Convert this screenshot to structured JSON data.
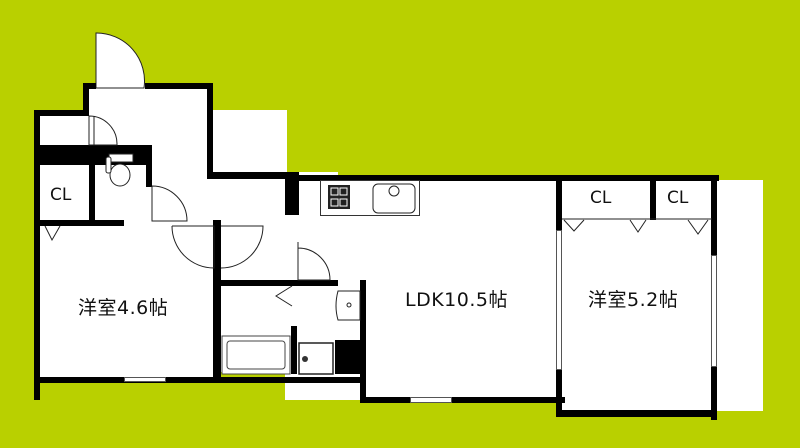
{
  "floorplan": {
    "background_color": "#b9d000",
    "rooms": [
      {
        "id": "western-room-1",
        "label": "洋室4.6帖"
      },
      {
        "id": "ldk",
        "label": "LDK10.5帖"
      },
      {
        "id": "western-room-2",
        "label": "洋室5.2帖"
      }
    ],
    "closets": [
      {
        "id": "closet-left",
        "label": "CL"
      },
      {
        "id": "closet-right-1",
        "label": "CL"
      },
      {
        "id": "closet-right-2",
        "label": "CL"
      }
    ],
    "fixtures": [
      "toilet",
      "kitchen-stove",
      "kitchen-sink",
      "washbasin",
      "bathtub",
      "washing-machine-pan"
    ]
  }
}
